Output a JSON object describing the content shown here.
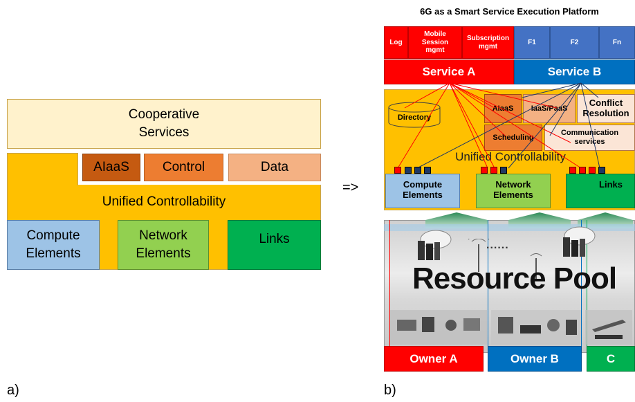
{
  "panel_a": {
    "cooperative_services": "Cooperative Services",
    "aiaas": "AIaaS",
    "control": "Control",
    "data": "Data",
    "unified": "Unified Controllability",
    "compute": "Compute Elements",
    "network": "Network Elements",
    "links": "Links",
    "caption": "a)"
  },
  "arrow": "=>",
  "panel_b": {
    "title": "6G as a Smart Service Execution Platform",
    "top_cells": {
      "log": "Log",
      "mobile_session": "Mobile Session mgmt",
      "subscription": "Subscription mgmt",
      "f1": "F1",
      "f2": "F2",
      "fn": "Fn"
    },
    "service_a": "Service A",
    "service_b": "Service B",
    "directory": "Directory",
    "aiaas": "AIaaS",
    "iaas_paas": "IaaS/PaaS",
    "conflict": "Conflict Resolution",
    "scheduling": "Scheduling",
    "communication": "Communication services",
    "unified": "Unified Controllability",
    "compute": "Compute Elements",
    "network": "Network Elements",
    "links": "Links",
    "resource_pool": "Resource Pool",
    "dots": "......",
    "owners": [
      "Owner A",
      "Owner B",
      "C"
    ],
    "caption": "b)"
  },
  "colors": {
    "red": "#ff0000",
    "blue": "#0070c0",
    "orange_bg": "#ffc000",
    "aiaas": "#c55a11",
    "control": "#ed7d31",
    "data": "#f4b183",
    "compute": "#9dc3e6",
    "network": "#92d050",
    "links": "#00b050",
    "cooperative": "#fff2cc",
    "navy": "#1f3864"
  }
}
